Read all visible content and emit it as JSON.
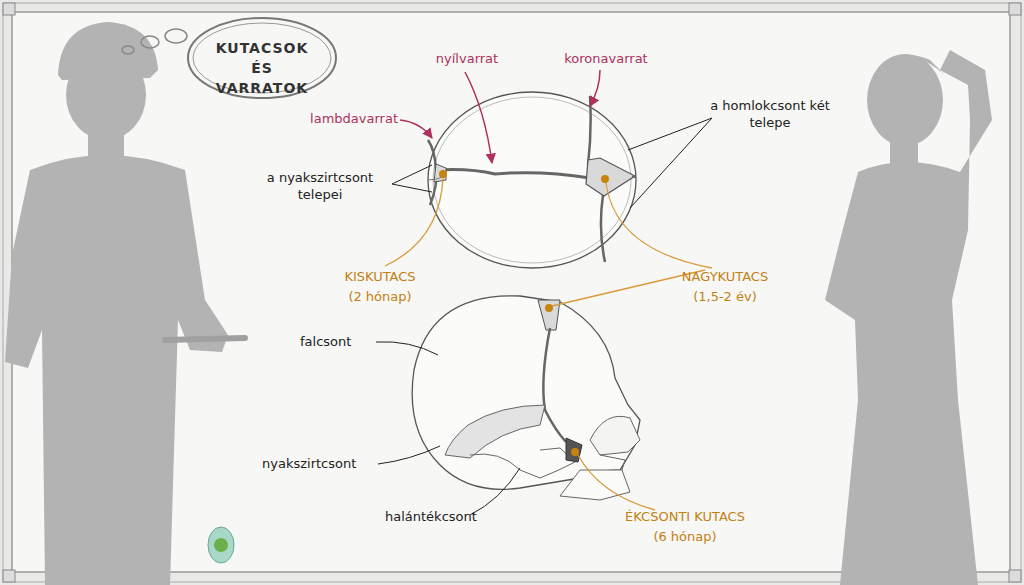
{
  "diagram": {
    "title": "KUTACSOK ÉS VARRATOK",
    "labels": [
      "lambdavarrat",
      "nyílvarrat",
      "koronavarrat",
      "a homlokcsont két telepe",
      "a nyakszirtcsont telepei",
      "KISKUTACS",
      "(2 hónap)",
      "NAGYKUTACS",
      "(1,5-2 év)",
      "falcsont",
      "nyakszirtcsont",
      "halántékcsont",
      "ÉKCSONTI KUTACS",
      "(6 hónap)"
    ]
  }
}
